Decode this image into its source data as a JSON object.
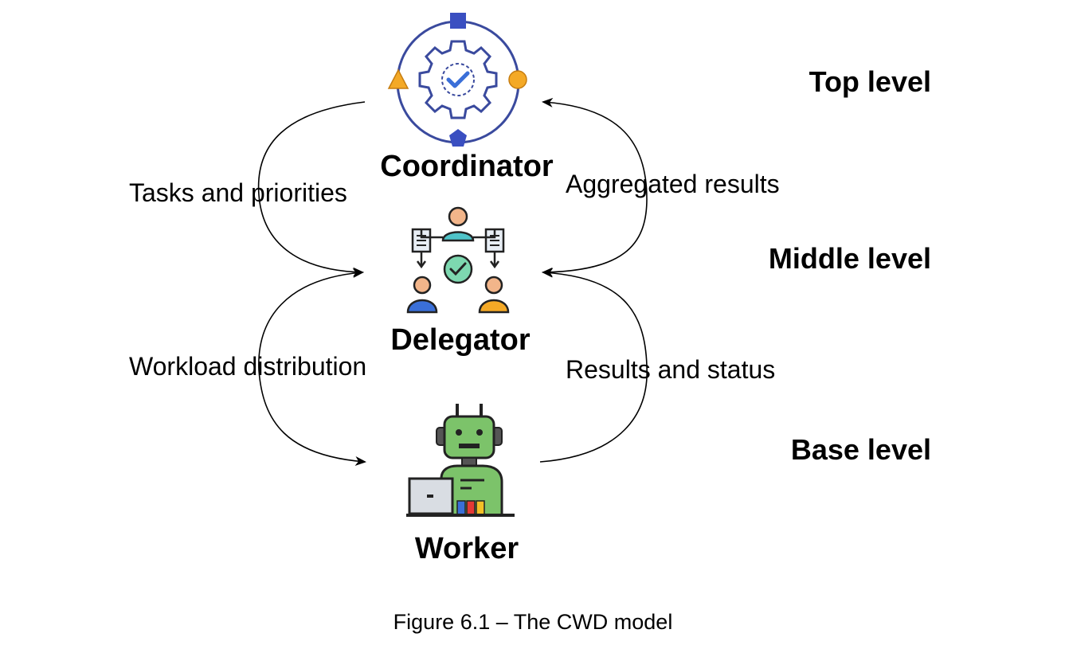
{
  "nodes": {
    "coordinator": "Coordinator",
    "delegator": "Delegator",
    "worker": "Worker"
  },
  "levels": {
    "top": "Top level",
    "middle": "Middle level",
    "base": "Base level"
  },
  "edges": {
    "tasks": "Tasks and priorities",
    "aggregated": "Aggregated results",
    "workload": "Workload distribution",
    "results_status": "Results and status"
  },
  "caption": "Figure 6.1 – The CWD model",
  "icons": {
    "coordinator": "gear-cycle-icon",
    "delegator": "team-delegation-icon",
    "worker": "robot-worker-icon"
  },
  "colors": {
    "blue": "#3a4fc1",
    "orange": "#f4a926",
    "green": "#7cc36a",
    "teal": "#4fc3c8"
  }
}
